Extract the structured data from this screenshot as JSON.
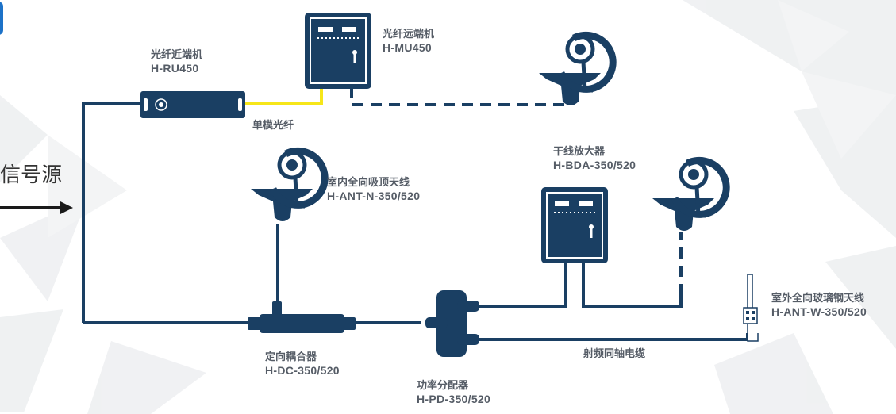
{
  "signal_source": "信号源",
  "fiber_label": "单模光纤",
  "coax_label": "射频同轴电缆",
  "devices": {
    "ru": {
      "name": "光纤近端机",
      "model": "H-RU450"
    },
    "mu": {
      "name": "光纤远端机",
      "model": "H-MU450"
    },
    "ant_n": {
      "name": "室内全向吸顶天线",
      "model": "H-ANT-N-350/520"
    },
    "bda": {
      "name": "干线放大器",
      "model": "H-BDA-350/520"
    },
    "ant_w": {
      "name": "室外全向玻璃钢天线",
      "model": "H-ANT-W-350/520"
    },
    "dc": {
      "name": "定向耦合器",
      "model": "H-DC-350/520"
    },
    "pd": {
      "name": "功率分配器",
      "model": "H-PD-350/520"
    }
  },
  "colors": {
    "device": "#1a3f63",
    "cable": "#1a3f63",
    "fiber": "#f6e619",
    "label": "#555c66",
    "watermark": "#e9eaec"
  }
}
